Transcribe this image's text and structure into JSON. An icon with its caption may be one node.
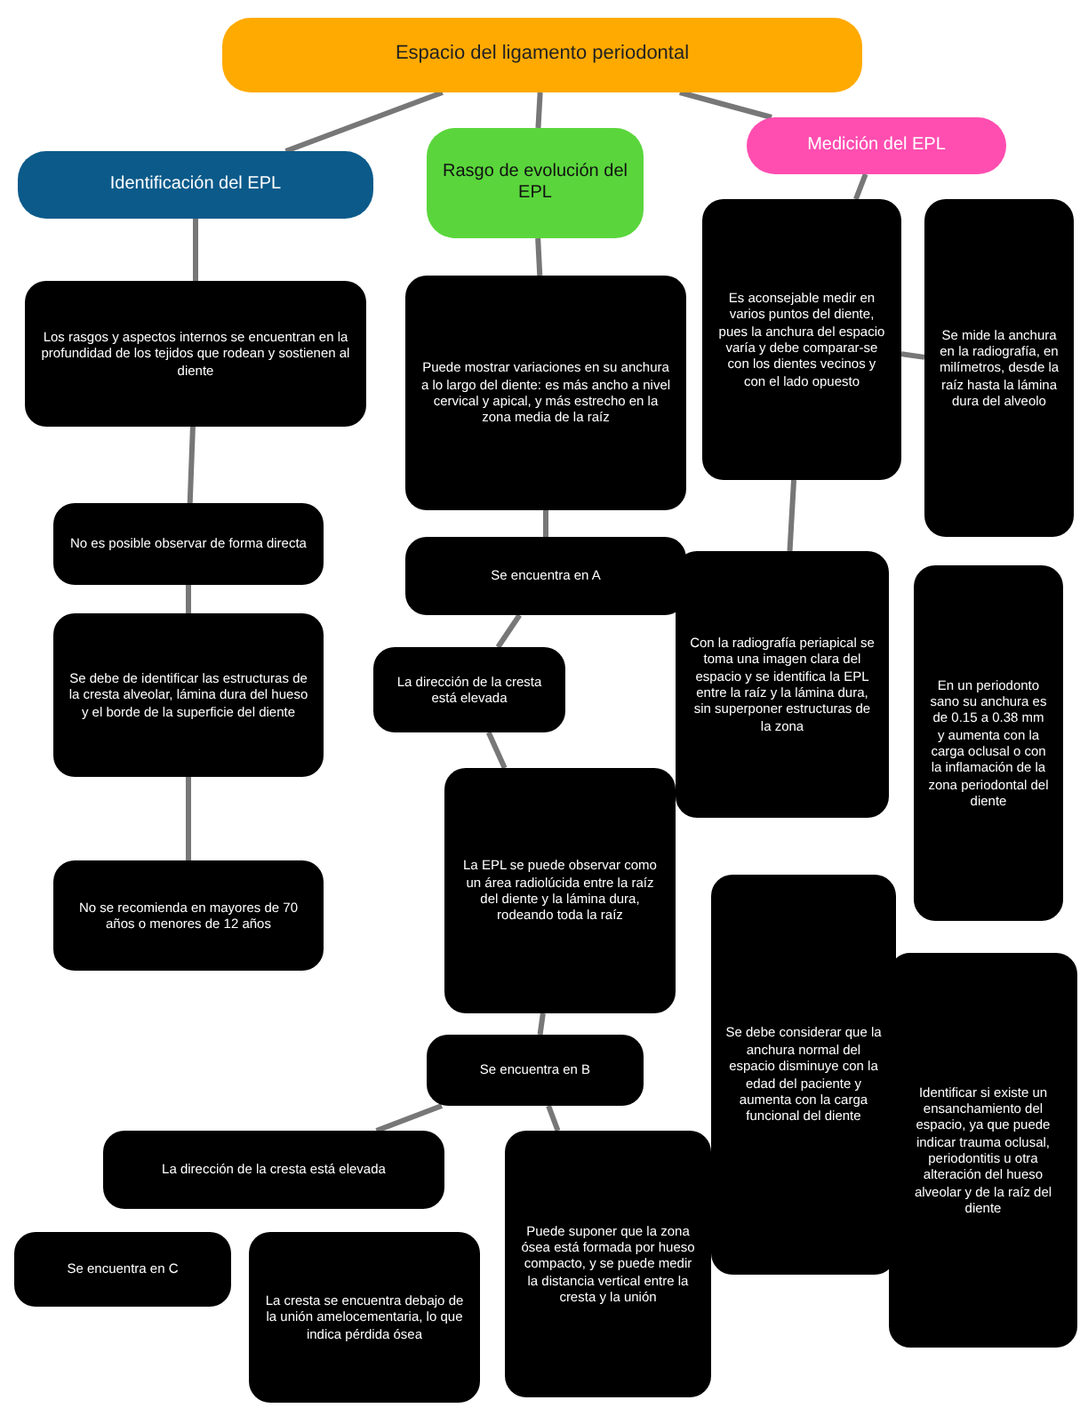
{
  "diagram": {
    "nodes": [
      {
        "text": [
          "Espacio del ligamento periodontal"
        ]
      },
      {
        "text": [
          "Identificación del EPL"
        ]
      },
      {
        "text": [
          "Rasgo de evolución del EPL"
        ]
      },
      {
        "text": [
          "Medición del EPL"
        ]
      },
      {
        "text": [
          "Los rasgos y aspectos internos se encuentran en la profundidad de los tejidos que rodean y sostienen al diente"
        ]
      },
      {
        "text": [
          "No es posible observar de forma directa"
        ]
      },
      {
        "text": [
          "Se debe de identificar las estructuras de la cresta alveolar, lámina dura del hueso y el borde de la superficie del diente"
        ]
      },
      {
        "text": [
          "No se recomienda en mayores de 70 años o menores de 12 años"
        ]
      },
      {
        "text": [
          "Puede mostrar variaciones en su anchura a lo largo del diente: es más ancho a nivel cervical y apical, y más estrecho en la zona media de la raíz"
        ]
      },
      {
        "text": [
          "Se encuentra en A"
        ]
      },
      {
        "text": [
          "La dirección de la cresta está elevada"
        ]
      },
      {
        "text": [
          "La EPL se puede observar como un área radiolúcida entre la raíz del diente y la lámina dura, rodeando toda la raíz"
        ]
      },
      {
        "text": [
          "Se encuentra en B"
        ]
      },
      {
        "text": [
          "La dirección de la cresta está elevada"
        ]
      },
      {
        "text": [
          "Se encuentra en C"
        ]
      },
      {
        "text": [
          "La cresta se encuentra debajo de la unión amelocementaria, lo que indica pérdida ósea"
        ]
      },
      {
        "text": [
          "Puede suponer que la zona ósea está formada por hueso compacto, y se puede medir la distancia vertical entre la cresta y la unión"
        ]
      },
      {
        "text": [
          "Es aconsejable medir en varios puntos del diente, pues la anchura del espacio varía y debe comparar-se con los dientes vecinos y con el lado opuesto"
        ]
      },
      {
        "text": [
          "Se mide la anchura en la radiografía, en milímetros, desde la raíz hasta la lámina dura del alveolo"
        ]
      },
      {
        "text": [
          "Con la radiografía periapical se toma una imagen clara del espacio y se identifica la EPL entre la raíz y la lámina dura, sin superponer estructuras de la zona"
        ]
      },
      {
        "text": [
          "En un periodonto sano su anchura es de 0.15 a 0.38 mm y aumenta con la carga oclusal o con la inflamación de la zona periodontal del diente"
        ]
      },
      {
        "text": [
          "Se debe considerar que la anchura normal del espacio disminuye con la edad del paciente y aumenta con la carga funcional del diente"
        ]
      },
      {
        "text": [
          "Identificar si existe un ensanchamiento del espacio, ya que puede indicar trauma oclusal, periodontitis u otra alteración del hueso alveolar y de la raíz del diente"
        ]
      }
    ],
    "edges": [
      {
        "from": 0,
        "to": 1,
        "arrow": "none"
      },
      {
        "from": 0,
        "to": 2,
        "arrow": "none"
      },
      {
        "from": 0,
        "to": 3,
        "arrow": "none"
      },
      {
        "from": 1,
        "to": 4,
        "arrow": "none"
      },
      {
        "from": 4,
        "to": 5,
        "arrow": "none"
      },
      {
        "from": 5,
        "to": 6,
        "arrow": "none"
      },
      {
        "from": 6,
        "to": 7,
        "arrow": "none"
      },
      {
        "from": 2,
        "to": 8,
        "arrow": "none"
      },
      {
        "from": 8,
        "to": 9,
        "arrow": "none"
      },
      {
        "from": 9,
        "to": 10,
        "arrow": "none"
      },
      {
        "from": 10,
        "to": 11,
        "arrow": "none"
      },
      {
        "from": 11,
        "to": 12,
        "arrow": "none"
      },
      {
        "from": 12,
        "to": 13,
        "arrow": "none"
      },
      {
        "from": 12,
        "to": 16,
        "arrow": "none"
      },
      {
        "from": 3,
        "to": 17,
        "arrow": "none"
      },
      {
        "from": 17,
        "to": 18,
        "arrow": "none"
      },
      {
        "from": 17,
        "to": 19,
        "arrow": "none"
      }
    ]
  }
}
